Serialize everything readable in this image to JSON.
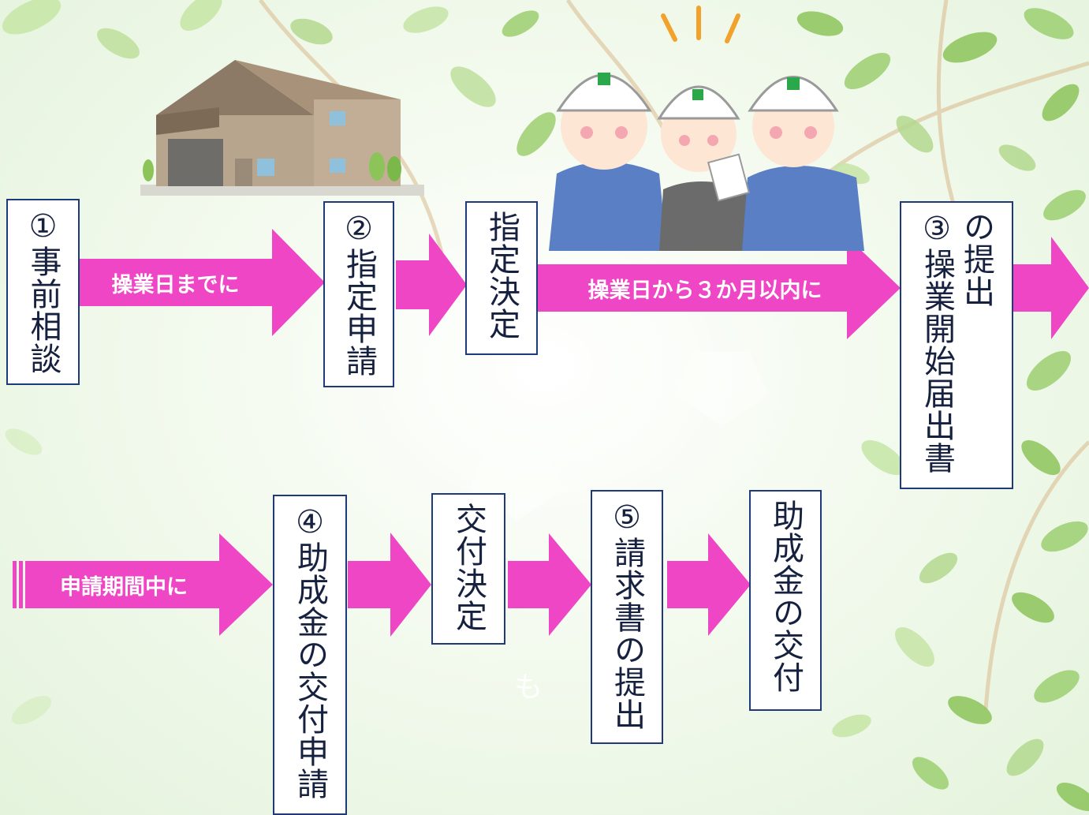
{
  "colors": {
    "arrow": "#ef46c6",
    "box_border": "#1f3a7a",
    "text": "#16213f",
    "leaf_dark": "#8cc45a",
    "leaf_light": "#c6e6a6",
    "branch": "#d9b98c"
  },
  "steps": {
    "s1": "①事前相談",
    "s2": "②指定申請",
    "d1": "指定決定",
    "s3_line1": "③操業開始届出書",
    "s3_line2": "の提出",
    "s4": "④助成金の交付申請",
    "d2": "交付決定",
    "s5": "⑤請求書の提出",
    "final": "助成金の交付"
  },
  "arrow_labels": {
    "a1": "操業日までに",
    "a3": "操業日から３か月以内に",
    "a5": "申請期間中に"
  },
  "faint_text": "も",
  "illustrations": {
    "factory": "factory-building-illustration",
    "workers": "three-workers-in-helmets-illustration"
  }
}
